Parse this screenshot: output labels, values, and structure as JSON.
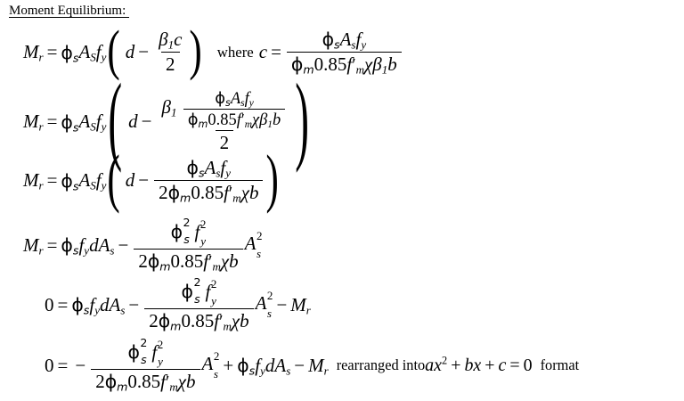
{
  "document": {
    "heading": "Moment Equilibrium: ",
    "background_color": "#ffffff",
    "text_color": "#000000"
  },
  "symbols": {
    "Mr": "M",
    "Mr_sub": "r",
    "phi": "ϕ",
    "phi_s_sub": "s",
    "phi_m_sub": "m",
    "A": "A",
    "A_sub_upper": "S",
    "A_sub_lower": "s",
    "f": "f",
    "f_y_sub": "y",
    "f_prime": "′",
    "f_m_sub": "m",
    "chi": "χ",
    "beta": "β",
    "beta_sub": "1",
    "b": "b",
    "c": "c",
    "d": "d",
    "zero": "0",
    "two": "2",
    "two_sup": "2",
    "const_085": "0.85",
    "eq": "=",
    "minus": "−",
    "plus": "+",
    "paren_open": "(",
    "paren_close": ")",
    "a": "a",
    "x": "x",
    "bx_b": "b"
  },
  "lines": {
    "line1": {
      "label": "Mr equals phi-s As fy times (d minus beta1-c over 2), where c equals phi-s As fy over phi-m 0.85 f'm chi beta1 b",
      "where_text": "where"
    },
    "line2": {
      "label": "Mr equals phi-s As fy times (d minus beta1 times fraction over 2)"
    },
    "line3": {
      "label": "Mr equals phi-s As fy times (d minus phi-s As fy over 2 phi-m 0.85 f'm chi b)"
    },
    "line4": {
      "label": "Mr equals phi-s fy d As minus phi-s-squared fy-squared over 2 phi-m 0.85 f'm chi b times As-squared"
    },
    "line5": {
      "label": "0 equals phi-s fy d As minus phi-s-squared fy-squared over 2 phi-m 0.85 f'm chi b times As-squared minus Mr"
    },
    "line6": {
      "label": "0 equals minus phi-s-squared fy-squared over 2 phi-m 0.85 f'm chi b times As-squared plus phi-s fy d As minus Mr",
      "tail_text_before": "rearranged into",
      "tail_text_after": "format"
    }
  }
}
